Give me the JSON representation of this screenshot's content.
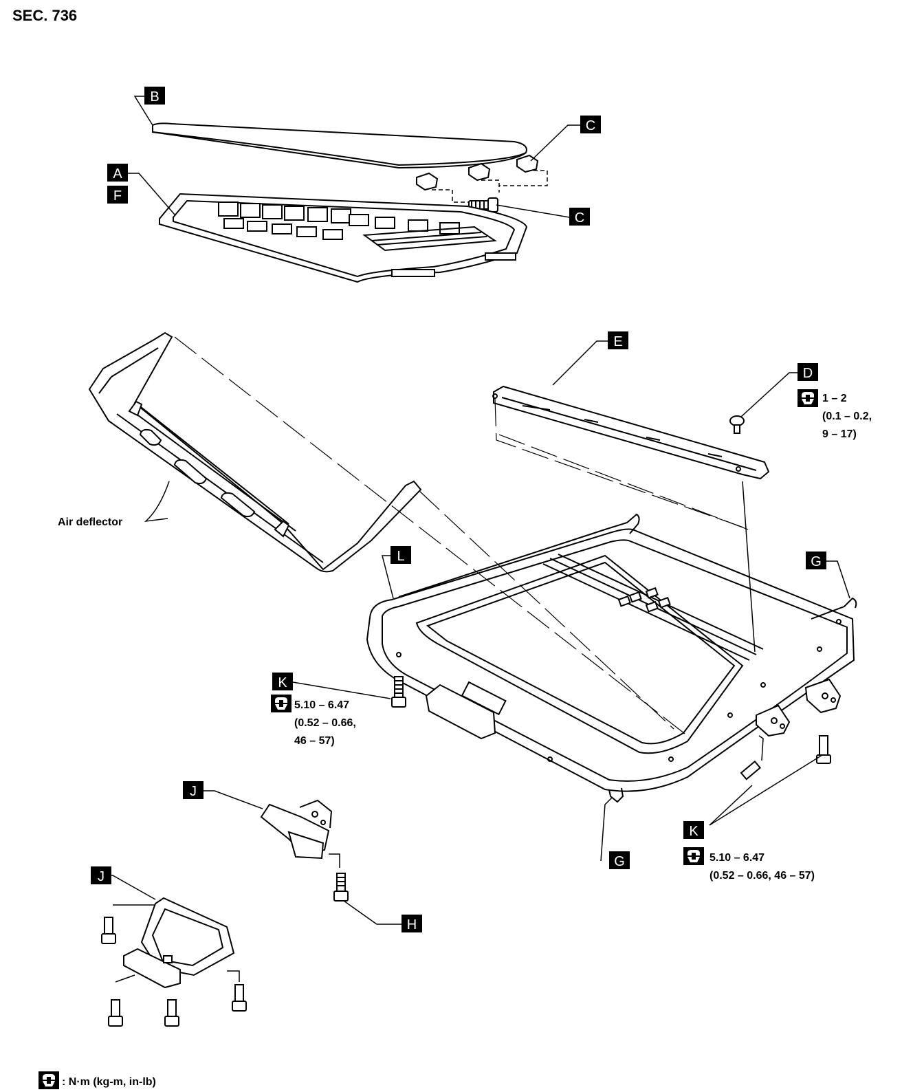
{
  "section": "SEC. 736",
  "callouts": {
    "A": "A",
    "B": "B",
    "C": "C",
    "D": "D",
    "E": "E",
    "F": "F",
    "G": "G",
    "H": "H",
    "J": "J",
    "K": "K",
    "L": "L"
  },
  "labels": {
    "air_deflector": "Air deflector"
  },
  "torque_D": [
    "1 – 2",
    "(0.1 – 0.2,",
    "9 – 17)"
  ],
  "torque_K_left": [
    "5.10 – 6.47",
    "(0.52 – 0.66,",
    "46 – 57)"
  ],
  "torque_K_right": [
    "5.10 – 6.47",
    "(0.52 – 0.66, 46 – 57)"
  ],
  "legend": ": N·m (kg-m, in-lb)",
  "colors": {
    "ink": "#000000",
    "paper": "#ffffff"
  }
}
